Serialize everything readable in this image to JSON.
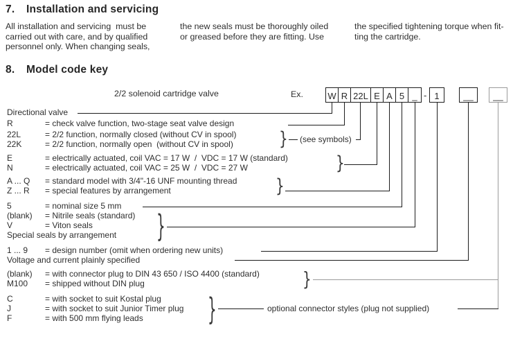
{
  "section7": {
    "number": "7.",
    "title": "Installation and servicing",
    "col1": "All installation and servicing  must be\ncarried out with care, and by qualified\npersonnel only. When changing seals,",
    "col2": "the new seals must be thoroughly oiled\nor greased before they are fitting. Use",
    "col3": "the specified tightening torque when fit-\nting the cartridge."
  },
  "section8": {
    "number": "8.",
    "title": "Model code key"
  },
  "diagram": {
    "product_label": "2/2 solenoid cartridge valve",
    "example_label": "Ex.",
    "boxes": [
      "W",
      "R",
      "22L",
      "E",
      "A",
      "5",
      "_"
    ],
    "dash": "-",
    "design_box": "1",
    "voltage_box": "__",
    "connector_box": "__",
    "brace": "}",
    "annotations": {
      "see_symbols": "(see symbols)",
      "optional_connector": "optional connector styles (plug not supplied)"
    },
    "rows": [
      {
        "code": "",
        "desc": "Directional valve"
      },
      {
        "code": "R",
        "desc": "= check valve function, two-stage seat valve design"
      },
      {
        "code": "22L",
        "desc": "= 2/2 function, normally closed (without CV in spool)"
      },
      {
        "code": "22K",
        "desc": "= 2/2 function, normally open  (without CV in spool)"
      },
      {
        "code": "E",
        "desc": "= electrically actuated, coil VAC = 17 W  /  VDC = 17 W (standard)"
      },
      {
        "code": "N",
        "desc": "= electrically actuated, coil VAC = 25 W  /  VDC = 27 W"
      },
      {
        "code": "A ... Q",
        "desc": "= standard model with 3/4\"-16 UNF mounting thread"
      },
      {
        "code": "Z ... R",
        "desc": "= special features by arrangement"
      },
      {
        "code": "5",
        "desc": "= nominal size 5 mm"
      },
      {
        "code": "(blank)",
        "desc": "= Nitrile seals (standard)"
      },
      {
        "code": "V",
        "desc": "= Viton seals"
      },
      {
        "code": "",
        "desc": "Special seals by arrangement"
      },
      {
        "code": "1 ... 9",
        "desc": "= design number (omit when ordering new units)"
      },
      {
        "code": "",
        "desc": "Voltage and current plainly specified"
      },
      {
        "code": "(blank)",
        "desc": "= with connector plug to DIN 43 650 / ISO 4400 (standard)"
      },
      {
        "code": "M100",
        "desc": "= shipped without DIN plug"
      },
      {
        "code": "C",
        "desc": "= with socket to suit Kostal plug"
      },
      {
        "code": "J",
        "desc": "= with socket to suit Junior Timer plug"
      },
      {
        "code": "F",
        "desc": "= with 500 mm flying leads"
      }
    ],
    "colors": {
      "line": "#1c1c1c",
      "gray": "#9a9a9a"
    }
  }
}
